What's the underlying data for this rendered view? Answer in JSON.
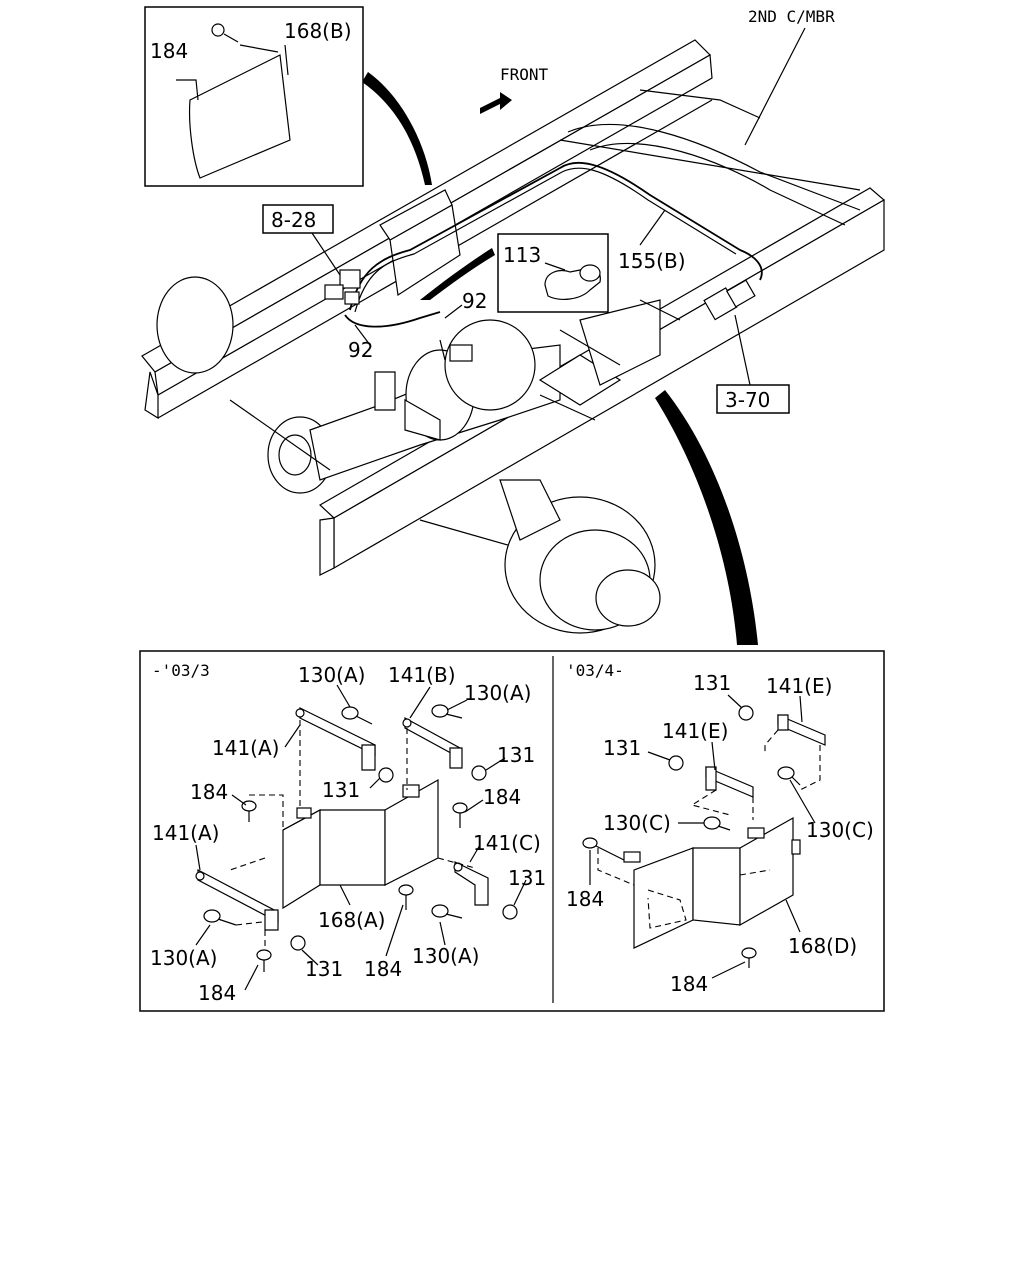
{
  "header": {
    "member_label": "2ND C/MBR",
    "front_label": "FRONT"
  },
  "main_labels": {
    "ref_8_28": "8-28",
    "ref_3_70": "3-70",
    "p113": "113",
    "p155b": "155(B)",
    "p92_upper": "92",
    "p92_lower": "92"
  },
  "top_inset": {
    "p184": "184",
    "p168b": "168(B)"
  },
  "lower_left": {
    "period": "-'03/3",
    "p130a_1": "130(A)",
    "p141b": "141(B)",
    "p130a_2": "130(A)",
    "p141a_1": "141(A)",
    "p131_1": "131",
    "p184_1": "184",
    "p131_2": "131",
    "p184_2": "184",
    "p141a_2": "141(A)",
    "p141c": "141(C)",
    "p131_3": "131",
    "p168a": "168(A)",
    "p130a_3": "130(A)",
    "p131_4": "131",
    "p184_3": "184",
    "p130a_4": "130(A)",
    "p184_4": "184"
  },
  "lower_right": {
    "period": "'03/4-",
    "p131_1": "131",
    "p141e_1": "141(E)",
    "p141e_2": "141(E)",
    "p131_2": "131",
    "p130c_1": "130(C)",
    "p130c_2": "130(C)",
    "p184_1": "184",
    "p168d": "168(D)",
    "p184_2": "184"
  }
}
